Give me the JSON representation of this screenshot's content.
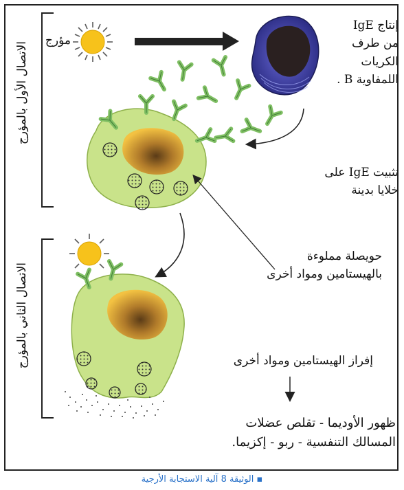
{
  "labels": {
    "allergen": "مؤرج",
    "first_contact": "الاتصال الأول بالمؤرج",
    "second_contact": "الاتصال الثاني بالمؤرج",
    "ige_production": [
      "إنتاج IgE",
      "من طرف",
      "الكريات",
      "اللمفاوية B ."
    ],
    "ige_fixation": [
      "تثبيت IgE على",
      "خلايا بدينة"
    ],
    "vesicle": [
      "حويصلة مملوءة",
      "بالهيستامين ومواد أخرى"
    ],
    "release": "إفراز الهيستامين ومواد أخرى",
    "outcome": [
      "ظهور الأوديما - تقلص عضلات",
      "المسالك التنفسية - ربو - إكزيما."
    ]
  },
  "caption": "الوثيقة 8 آلية الاستجابة الأرجية",
  "colors": {
    "cell_fill": "#c9e38a",
    "nucleus": "#f3c242",
    "lymphocyte": "#3d3fa3",
    "antibody": "#7fbf63",
    "sun": "#f7c21b"
  }
}
